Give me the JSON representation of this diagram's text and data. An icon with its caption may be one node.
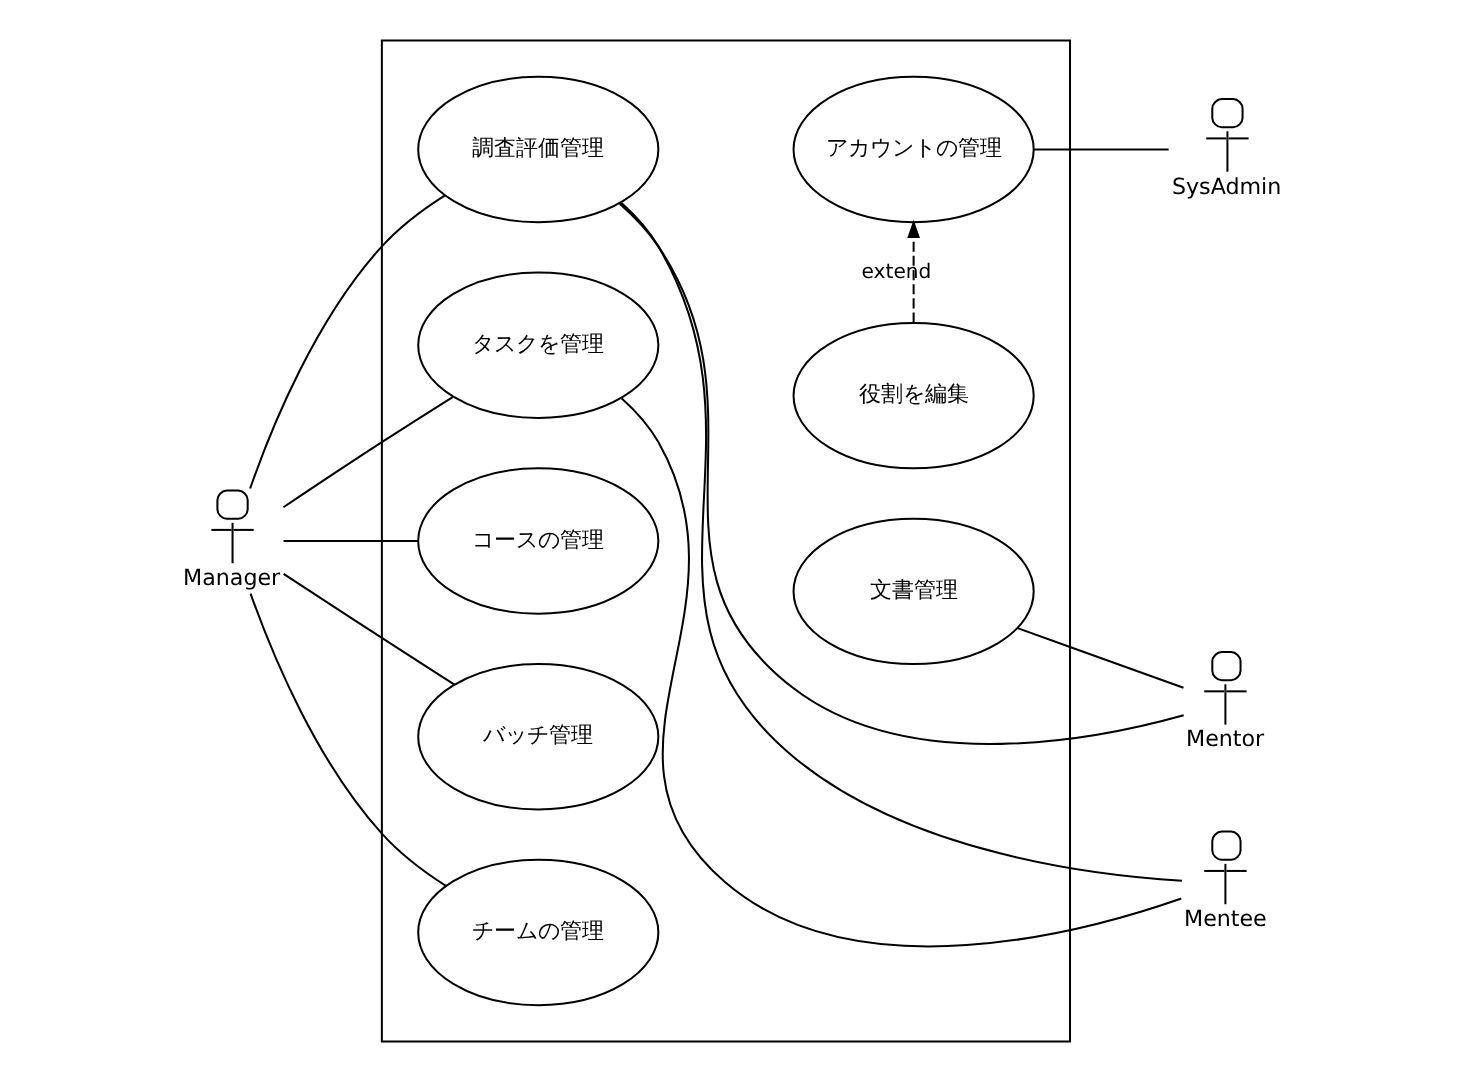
{
  "diagram": {
    "nodes": [
      {
        "text": [],
        "shape": "box"
      },
      {
        "text": [
          "調査評価管理"
        ],
        "in": 0
      },
      {
        "text": [
          "タスクを管理"
        ],
        "in": 0
      },
      {
        "text": [
          "コースの管理"
        ],
        "in": 0
      },
      {
        "text": [
          "バッチ管理"
        ],
        "in": 0
      },
      {
        "text": [
          "チームの管理"
        ],
        "in": 0
      },
      {
        "text": [
          "文書管理"
        ],
        "in": 0
      },
      {
        "text": [
          "アカウントの管理"
        ],
        "in": 0
      },
      {
        "text": [
          "役割を編集"
        ],
        "in": 0
      },
      {
        "text": [
          "Manager"
        ]
      },
      {
        "text": [
          "Mentee"
        ]
      },
      {
        "text": [
          "Mentor"
        ]
      },
      {
        "text": [
          "SysAdmin"
        ]
      }
    ],
    "edges": [
      {
        "from": 9,
        "to": 1,
        "arrow": "none"
      },
      {
        "from": 9,
        "to": 2,
        "arrow": "none"
      },
      {
        "from": 9,
        "to": 3,
        "arrow": "none"
      },
      {
        "from": 9,
        "to": 4,
        "arrow": "none"
      },
      {
        "from": 9,
        "to": 5,
        "arrow": "none"
      },
      {
        "from": 1,
        "to": 10,
        "arrow": "none"
      },
      {
        "from": 1,
        "to": 11,
        "arrow": "none"
      },
      {
        "from": 2,
        "to": 10,
        "arrow": "none"
      },
      {
        "from": 6,
        "to": 11,
        "arrow": "none"
      },
      {
        "from": 7,
        "to": 12,
        "arrow": "none"
      },
      {
        "from": 8,
        "to": 7,
        "arrow": "to",
        "label": "extend",
        "style": "dashed"
      }
    ]
  }
}
